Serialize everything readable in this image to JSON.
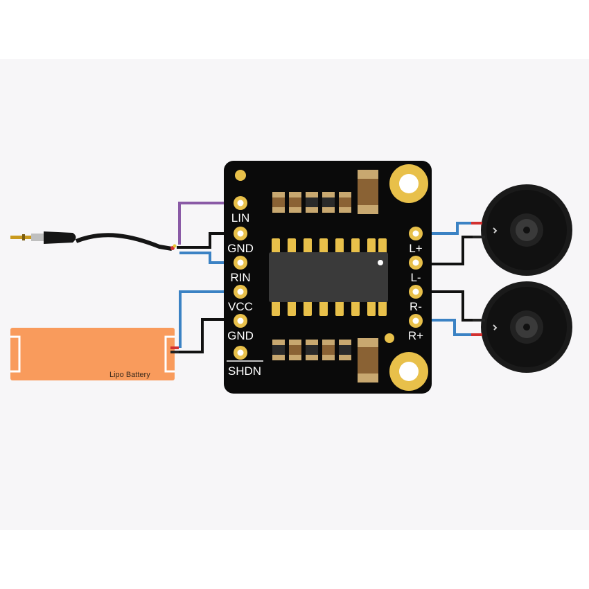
{
  "board": {
    "left_pins": [
      "LIN",
      "GND",
      "RIN",
      "VCC",
      "GND",
      "SHDN"
    ],
    "right_pins": [
      "L+",
      "L-",
      "R-",
      "R+"
    ]
  },
  "battery": {
    "label": "Lipo Battery"
  },
  "colors": {
    "background": "#f7f6f8",
    "pcb": "#0a0a0a",
    "pad_gold": "#e8c04a",
    "chip": "#3a3a3a",
    "wire_blue": "#3b82c4",
    "wire_purple": "#8a5aa6",
    "wire_black": "#111111",
    "battery": "#f99b5c",
    "speaker": "#1a1a1a"
  }
}
